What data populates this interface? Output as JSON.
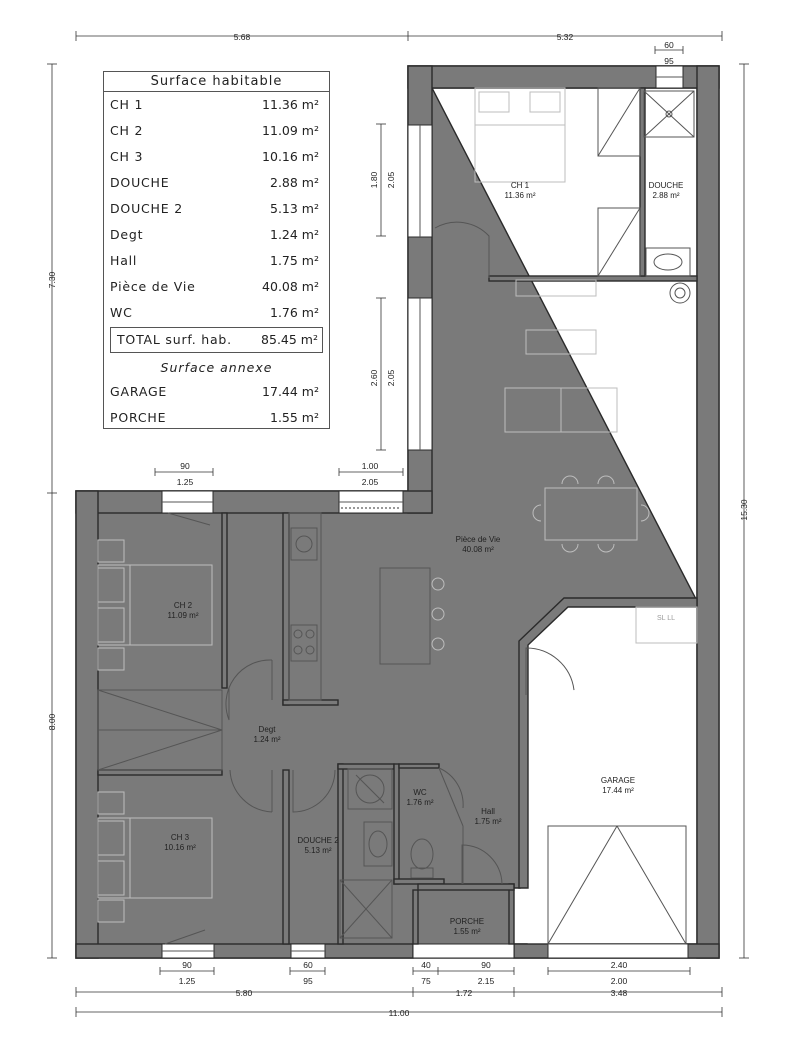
{
  "legend": {
    "title": "Surface habitable",
    "rows": [
      {
        "name": "CH 1",
        "value": "11.36 m²"
      },
      {
        "name": "CH 2",
        "value": "11.09 m²"
      },
      {
        "name": "CH 3",
        "value": "10.16 m²"
      },
      {
        "name": "DOUCHE",
        "value": "2.88 m²"
      },
      {
        "name": "DOUCHE 2",
        "value": "5.13 m²"
      },
      {
        "name": "Degt",
        "value": "1.24 m²"
      },
      {
        "name": "Hall",
        "value": "1.75 m²"
      },
      {
        "name": "Pièce de Vie",
        "value": "40.08 m²"
      },
      {
        "name": "WC",
        "value": "1.76 m²"
      }
    ],
    "total": {
      "name": "TOTAL surf. hab.",
      "value": "85.45 m²"
    },
    "annexe_title": "Surface annexe",
    "annexe_rows": [
      {
        "name": "GARAGE",
        "value": "17.44 m²"
      },
      {
        "name": "PORCHE",
        "value": "1.55 m²"
      }
    ]
  },
  "rooms": {
    "ch1": {
      "name": "CH 1",
      "area": "11.36 m²"
    },
    "douche": {
      "name": "DOUCHE",
      "area": "2.88 m²"
    },
    "piece_de_vie": {
      "name": "Pièce de Vie",
      "area": "40.08 m²"
    },
    "ch2": {
      "name": "CH 2",
      "area": "11.09 m²"
    },
    "degt": {
      "name": "Degt",
      "area": "1.24 m²"
    },
    "ch3": {
      "name": "CH 3",
      "area": "10.16 m²"
    },
    "douche2": {
      "name": "DOUCHE 2",
      "area": "5.13 m²"
    },
    "wc": {
      "name": "WC",
      "area": "1.76 m²"
    },
    "hall": {
      "name": "Hall",
      "area": "1.75 m²"
    },
    "porche": {
      "name": "PORCHE",
      "area": "1.55 m²"
    },
    "garage": {
      "name": "GARAGE",
      "area": "17.44 m²"
    }
  },
  "dimensions": {
    "top_left": "5.68",
    "top_right": "5.32",
    "top_window_a": "60",
    "top_window_b": "95",
    "left_upper": "7.30",
    "left_lower": "8.00",
    "right_total": "15.30",
    "win_upper_a": "1.80",
    "win_upper_b": "2.05",
    "win_mid_a": "2.60",
    "win_mid_b": "2.05",
    "ch2_win_a": "90",
    "ch2_win_b": "1.25",
    "door_a": "1.00",
    "door_b": "2.05",
    "bot_ch3_a": "90",
    "bot_ch3_b": "1.25",
    "bot_d2_a": "60",
    "bot_d2_b": "95",
    "bot_porch_a": "40",
    "bot_porch_b": "75",
    "bot_porch_c": "90",
    "bot_porch_d": "2.15",
    "bot_garage_a": "2.40",
    "bot_garage_b": "2.00",
    "bot_row2_a": "5.80",
    "bot_row2_b": "1.72",
    "bot_row2_c": "3.48",
    "bot_total": "11.00"
  },
  "fixtures": {
    "sink_label": "SL LL"
  }
}
